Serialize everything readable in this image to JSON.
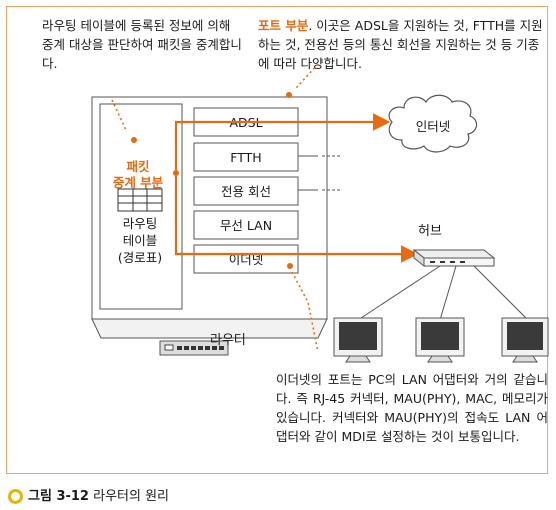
{
  "notes": {
    "left": "라우팅 테이블에 등록된 정보에 의해 중계 대상을 판단하여 패킷을 중계합니다.",
    "right_highlight": "포트 부분",
    "right_rest": ". 이곳은 ADSL을 지원하는 것, FTTH를 지원하는 것, 전용선 등의 통신 회선을 지원하는 것 등 기종에 따라 다양합니다.",
    "bottom": "이더넷의 포트는 PC의 LAN 어댑터와 거의 같습니다. 즉 RJ-45 커넥터, MAU(PHY), MAC, 메모리가 있습니다. 커넥터와 MAU(PHY)의 접속도 LAN 어댑터와 같이 MDI로 설정하는 것이 보통입니다."
  },
  "router": {
    "relay_label_line1": "패킷",
    "relay_label_line2": "중계 부분",
    "routing_table_line1": "라우팅",
    "routing_table_line2": "테이블",
    "routing_table_line3": "(경로표)",
    "label": "라우터"
  },
  "ports": [
    "ADSL",
    "FTTH",
    "전용 회선",
    "무선 LAN",
    "이더넷"
  ],
  "internet": "인터넷",
  "hub": "허브",
  "caption": {
    "number": "그림 3-12",
    "title": "라우터의 원리"
  },
  "colors": {
    "accent": "#e86a10",
    "frame": "#f0a46a",
    "caption_icon": "#e8b400"
  }
}
